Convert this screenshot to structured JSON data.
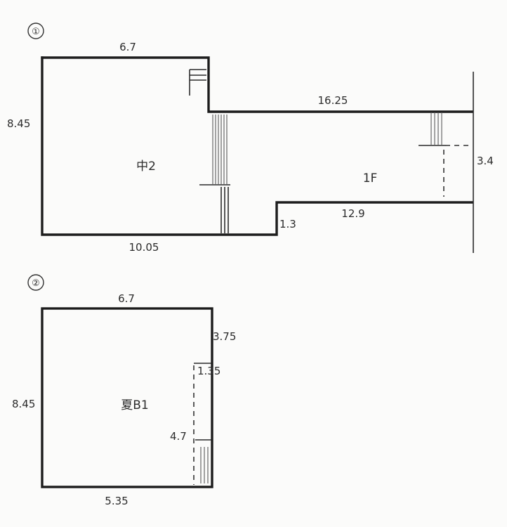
{
  "plan1": {
    "marker": "①",
    "dim_top_left": "6.7",
    "dim_left": "8.45",
    "dim_top_right": "16.25",
    "dim_right": "3.4",
    "dim_bottom_left": "10.05",
    "dim_step": "1.3",
    "dim_bottom_right": "12.9",
    "room_left": "中2",
    "room_right": "1F"
  },
  "plan2": {
    "marker": "②",
    "dim_top": "6.7",
    "dim_left": "8.45",
    "dim_right_top": "3.75",
    "dim_right_mid": "1.35",
    "dim_right_low": "4.7",
    "dim_bottom": "5.35",
    "room": "夏B1"
  }
}
